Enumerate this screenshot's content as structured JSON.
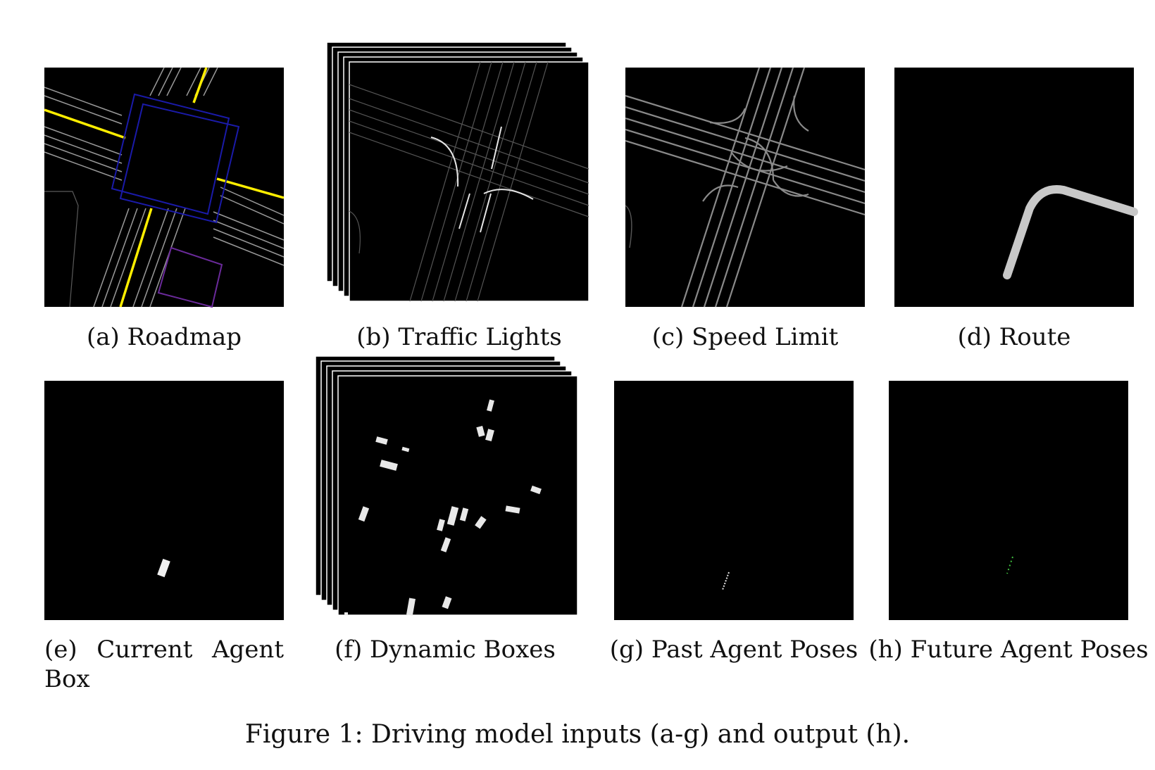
{
  "figure": {
    "caption": "Figure 1: Driving model inputs (a-g) and output (h).",
    "panels": [
      {
        "id": "a",
        "caption": "(a) Roadmap"
      },
      {
        "id": "b",
        "caption": "(b) Traffic Lights"
      },
      {
        "id": "c",
        "caption": "(c) Speed Limit"
      },
      {
        "id": "d",
        "caption": "(d) Route"
      },
      {
        "id": "e",
        "caption_line1": "(e) Current Agent",
        "caption_line2": "Box"
      },
      {
        "id": "f",
        "caption": "(f) Dynamic Boxes"
      },
      {
        "id": "g",
        "caption": "(g) Past Agent Poses"
      },
      {
        "id": "h",
        "caption": "(h) Future Agent Poses"
      }
    ]
  },
  "colors": {
    "background": "#000000",
    "lane_gray": "#8a8a8a",
    "lane_white": "#e6e6e6",
    "road_yellow": "#ffee00",
    "crosswalk_blue": "#1a1aa8",
    "purple": "#6a2a9a",
    "future_green": "#3fbf3f"
  }
}
